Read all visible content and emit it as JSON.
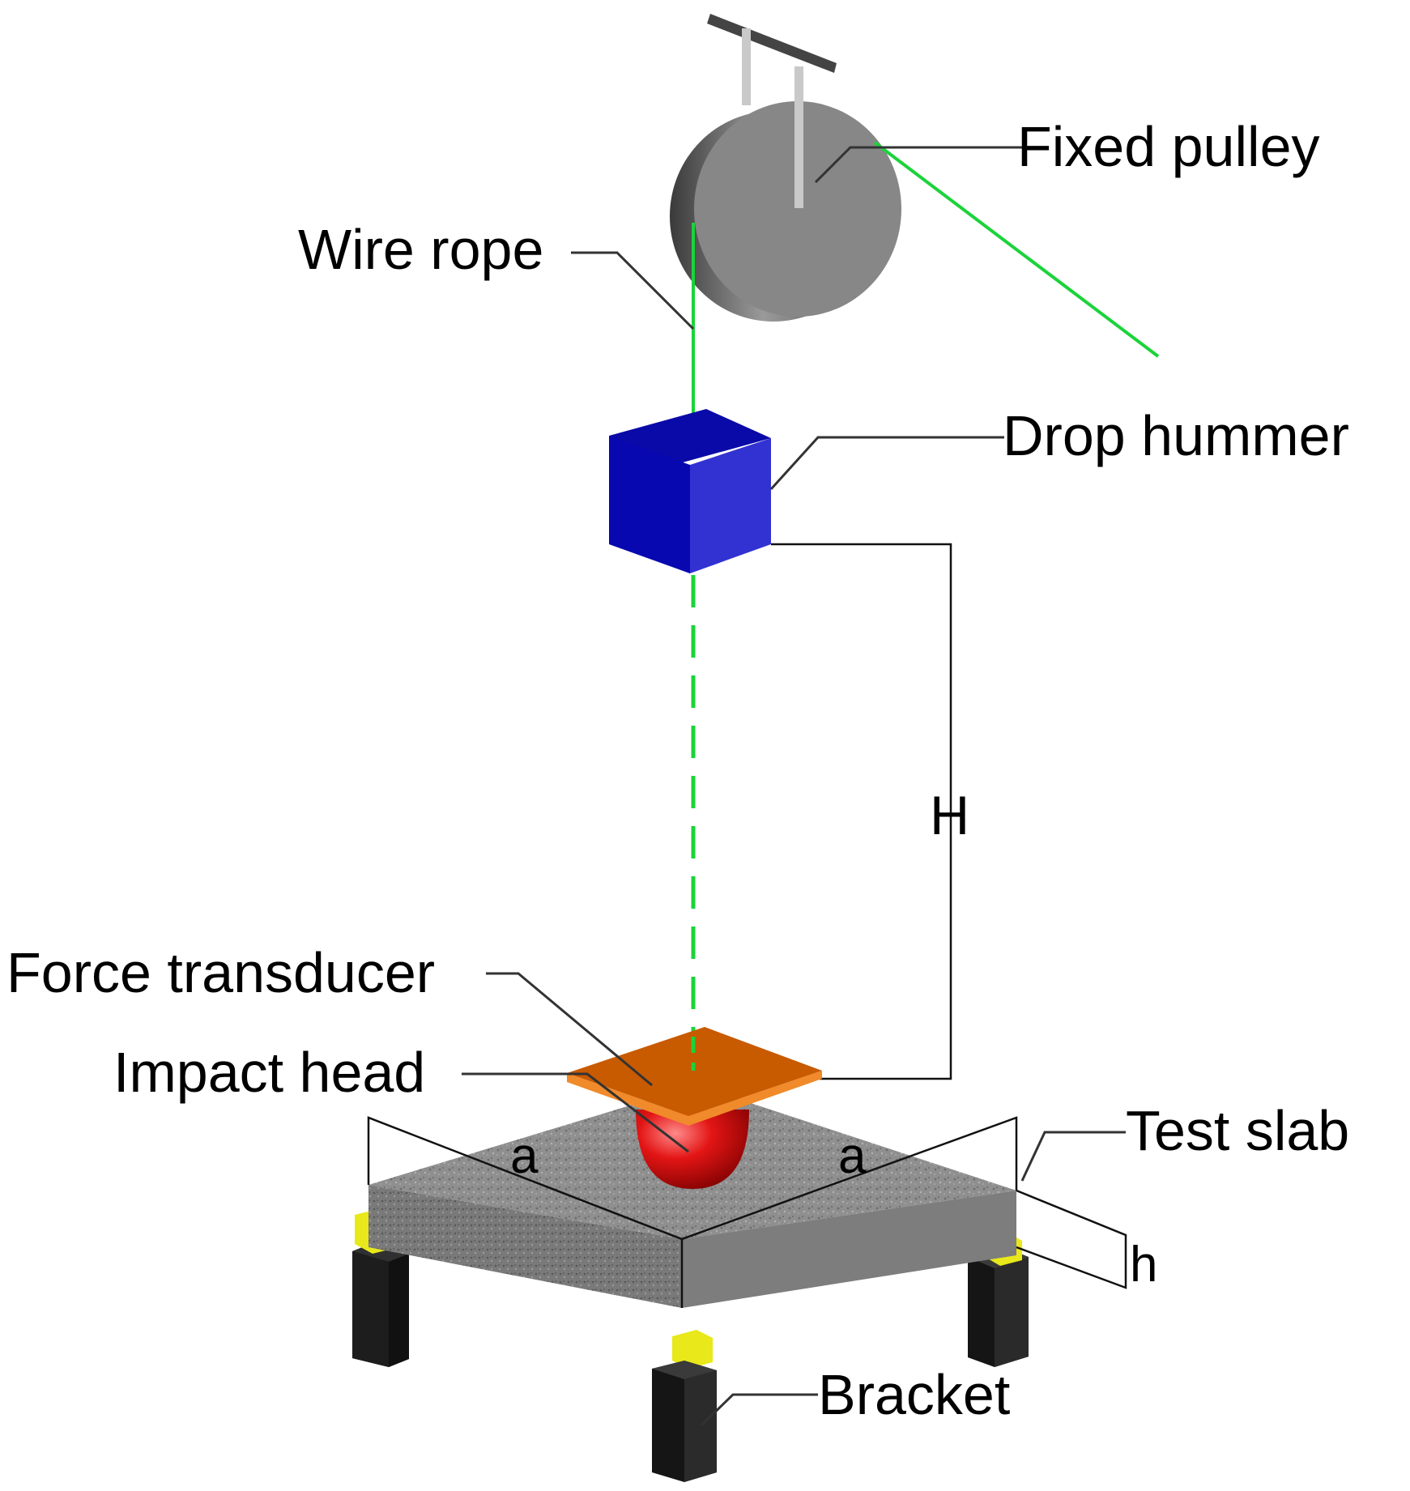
{
  "labels": {
    "fixed_pulley": "Fixed pulley",
    "wire_rope": "Wire rope",
    "drop_hammer": "Drop hummer",
    "height": "H",
    "force_transducer": "Force transducer",
    "impact_head": "Impact head",
    "test_slab": "Test slab",
    "slab_side_left": "a",
    "slab_side_right": "a",
    "slab_thickness": "h",
    "bracket": "Bracket"
  },
  "colors": {
    "wire_rope": "#1bd33a",
    "drop_hammer": "#0b0bb5",
    "force_transducer": "#c85a00",
    "impact_head": "#e01010",
    "slab": "#8c8c8c",
    "bracket_pad": "#e8e81a",
    "bracket_post": "#151515",
    "pulley": "#8a8a8a"
  }
}
